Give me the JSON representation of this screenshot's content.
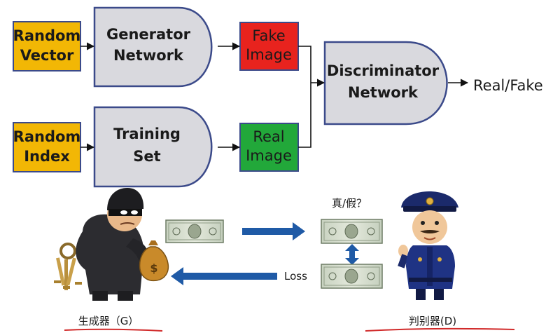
{
  "top_diagram": {
    "random_vector": [
      "Random",
      "Vector"
    ],
    "generator_network": [
      "Generator",
      "Network"
    ],
    "fake_image": [
      "Fake",
      "Image"
    ],
    "random_index": [
      "Random",
      "Index"
    ],
    "training_set": [
      "Training",
      "Set"
    ],
    "real_image": [
      "Real",
      "Image"
    ],
    "discriminator_network": [
      "Discriminator",
      "Network"
    ],
    "output": "Real/Fake"
  },
  "bottom_illustration": {
    "question": "真/假？",
    "loss": "Loss",
    "generator_caption": "生成器（G）",
    "discriminator_caption": "判别器(D)"
  },
  "colors": {
    "input_box": "#f2b705",
    "fake_box": "#e8231e",
    "real_box": "#22a83a",
    "network_fill": "#d9d9de",
    "network_stroke": "#3b4a8a",
    "arrow_blue": "#1f5aa6"
  }
}
